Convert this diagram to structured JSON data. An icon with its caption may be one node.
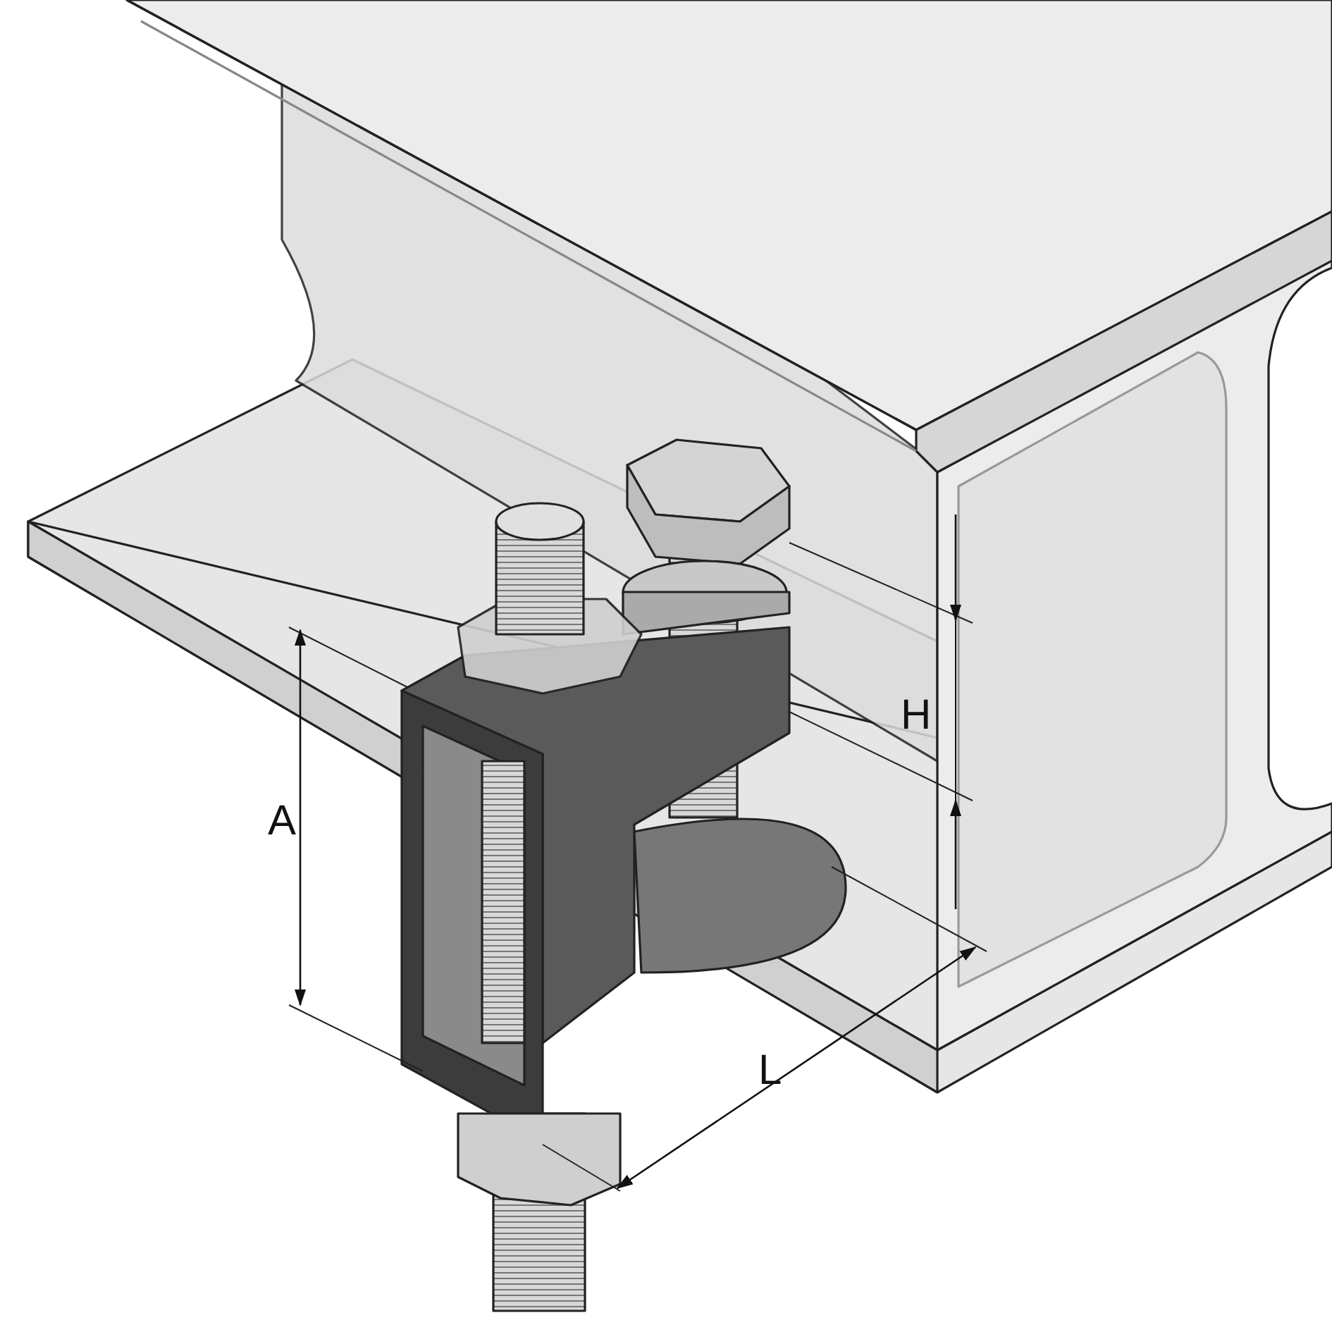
{
  "diagram": {
    "labels": [
      "H",
      "A",
      "L"
    ]
  }
}
